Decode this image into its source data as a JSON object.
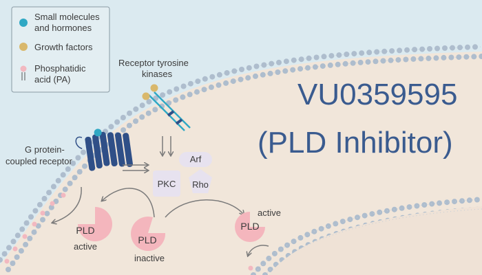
{
  "legend": {
    "items": [
      {
        "label_lines": [
          "Small molecules",
          "and hormones"
        ],
        "icon": "blue-dot-icon",
        "color": "#2fa8c4"
      },
      {
        "label_lines": [
          "Growth factors"
        ],
        "icon": "yellow-dot-icon",
        "color": "#d9b86c"
      },
      {
        "label_lines": [
          "Phosphatidic",
          "acid (PA)"
        ],
        "icon": "phosphatidic-acid-icon",
        "color": "#f2b8c0"
      }
    ]
  },
  "title": {
    "line1": "VU0359595",
    "line2": "(PLD Inhibitor)",
    "color": "#3a5b8f"
  },
  "labels": {
    "rtk_line1": "Receptor tyrosine",
    "rtk_line2": "kinases",
    "gpcr_line1": "G protein-",
    "gpcr_line2": "coupled receptor",
    "arf": "Arf",
    "pkc": "PKC",
    "rho": "Rho",
    "pld": "PLD",
    "active": "active",
    "inactive": "inactive"
  },
  "colors": {
    "background": "#dbeaf0",
    "cell_interior": "#f1e6da",
    "membrane_head": "#aebdcd",
    "receptor_blue": "#2f4f87",
    "pld_pink": "#f4b6bd",
    "signal_box": "#e7e2ef",
    "arrow": "#7a7a7a"
  }
}
